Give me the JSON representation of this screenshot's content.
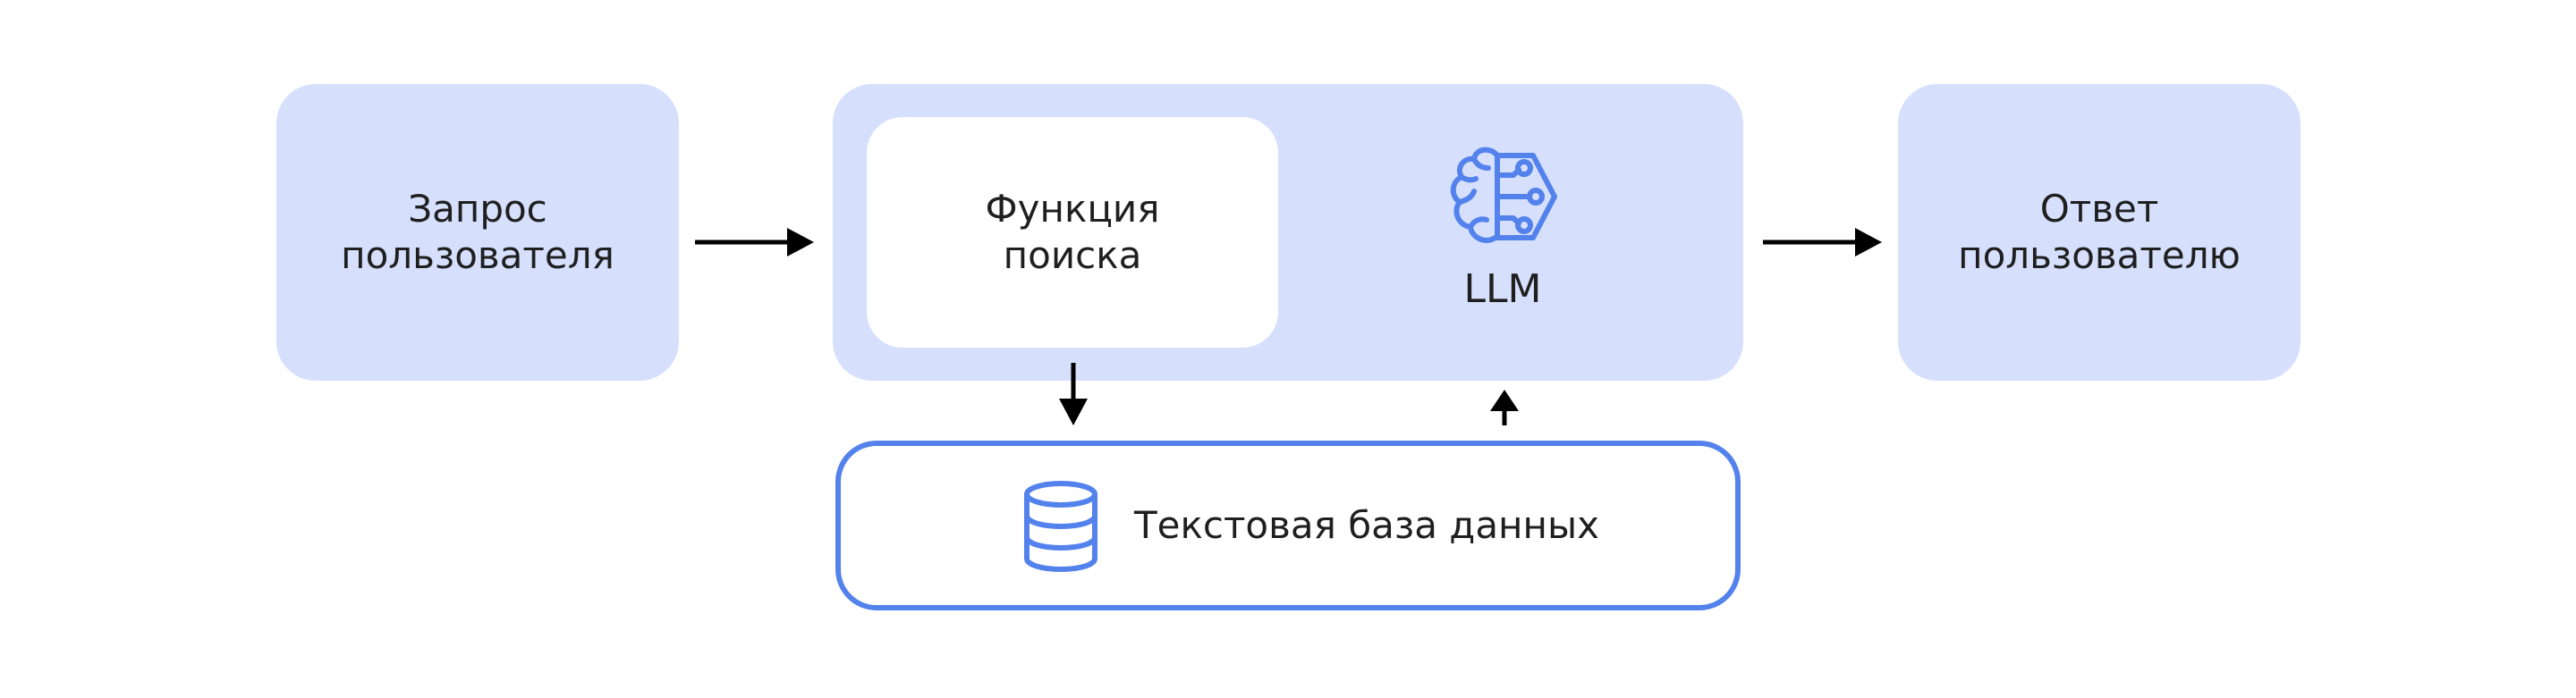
{
  "diagram": {
    "request_label": "Запрос\nпользователя",
    "search_label": "Функция\nпоиска",
    "llm_label": "LLM",
    "answer_label": "Ответ\nпользователю",
    "db_label": "Текстовая база данных"
  },
  "colors": {
    "light_fill": "#d6e0fd",
    "accent": "#5382ec",
    "arrow": "#000000"
  },
  "icons": {
    "llm": "brain-circuit-icon",
    "database": "database-icon"
  }
}
